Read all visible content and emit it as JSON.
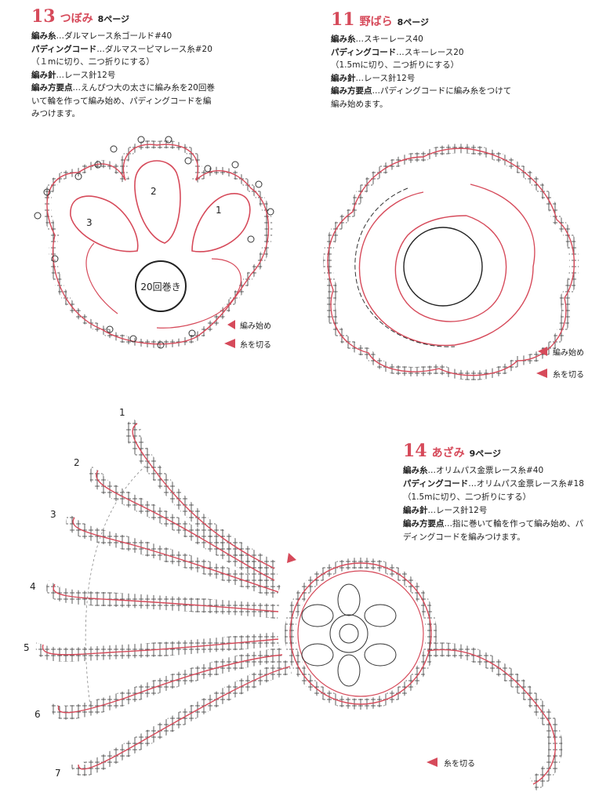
{
  "p13": {
    "num": "13",
    "title": "つぼみ",
    "page": "8ページ",
    "yarn_label": "編み糸",
    "yarn_value": "…ダルマレース糸ゴールド#40",
    "cord_label": "パディングコード",
    "cord_value": "…ダルマスーピマレース糸#20",
    "cord_note": "（１mに切り、二つ折りにする）",
    "needle_label": "編み針",
    "needle_value": "…レース針12号",
    "method_label": "編み方要点",
    "method_line1": "…えんぴつ大の太さに編み糸を20回巻",
    "method_line2": "いて輪を作って編み始め、パディングコードを編",
    "method_line3": "みつけます。",
    "petal_1": "1",
    "petal_2": "2",
    "petal_3": "3",
    "center_label": "20回巻き",
    "legend_start": "編み始め",
    "legend_cut": "糸を切る"
  },
  "p11": {
    "num": "11",
    "title": "野ばら",
    "page": "8ページ",
    "yarn_label": "編み糸",
    "yarn_value": "…スキーレース40",
    "cord_label": "パディングコード",
    "cord_value": "…スキーレース20",
    "cord_note": "（1.5mに切り、二つ折りにする）",
    "needle_label": "編み針",
    "needle_value": "…レース針12号",
    "method_label": "編み方要点",
    "method_line1": "…パディングコードに編み糸をつけて",
    "method_line2": "編み始めます。",
    "legend_start": "編み始め",
    "legend_cut": "糸を切る"
  },
  "p14": {
    "num": "14",
    "title": "あざみ",
    "page": "9ページ",
    "yarn_label": "編み糸",
    "yarn_value": "…オリムパス金票レース糸#40",
    "cord_label": "パディングコード",
    "cord_value": "…オリムパス金票レース糸#18",
    "cord_note": "（1.5mに切り、二つ折りにする）",
    "needle_label": "編み針",
    "needle_value": "…レース針12号",
    "method_label": "編み方要点",
    "method_line1": "…指に巻いて輪を作って編み始め、パ",
    "method_line2": "ディングコードを編みつけます。",
    "petal_labels": [
      "1",
      "2",
      "3",
      "4",
      "5",
      "6",
      "7"
    ],
    "legend_cut": "糸を切る"
  },
  "colors": {
    "accent": "#d64a5a",
    "ink": "#222222"
  }
}
